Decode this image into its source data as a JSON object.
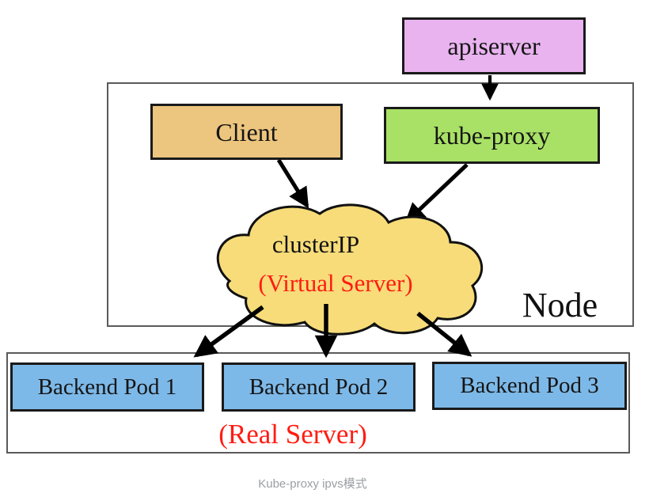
{
  "caption": "Kube-proxy ipvs模式",
  "node": {
    "label": "Node"
  },
  "boxes": {
    "apiserver": {
      "label": "apiserver",
      "fill": "#e9b3f0"
    },
    "client": {
      "label": "Client",
      "fill": "#ecc57e"
    },
    "kube_proxy": {
      "label": "kube-proxy",
      "fill": "#a9e166"
    },
    "pods": [
      {
        "label": "Backend Pod 1"
      },
      {
        "label": "Backend Pod 2"
      },
      {
        "label": "Backend Pod 3"
      }
    ],
    "pod_fill": "#7db9e8"
  },
  "cloud": {
    "title": "clusterIP",
    "subtitle": "(Virtual Server)",
    "fill": "#f7dc79"
  },
  "real_server": {
    "label": "(Real Server)"
  },
  "colors": {
    "red_text": "#ff1c12",
    "box_border": "#1a1a1a",
    "frame_border": "#5a5a5a",
    "caption_gray": "#9a9fa4",
    "arrow_black": "#000000"
  }
}
